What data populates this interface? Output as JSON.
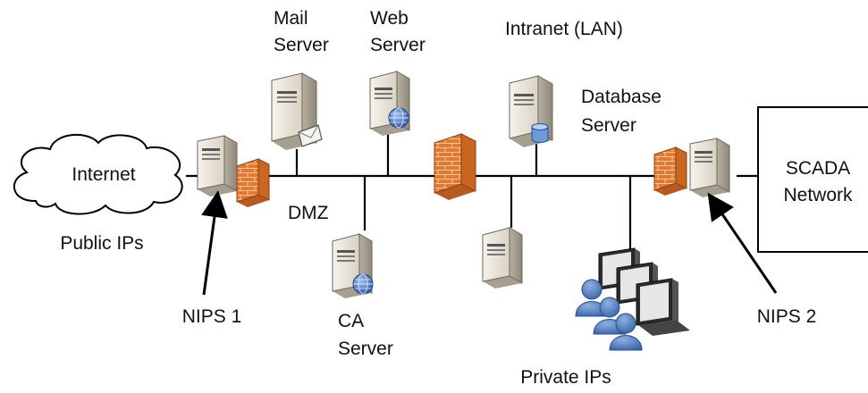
{
  "labels": {
    "internet": "Internet",
    "public_ips": "Public IPs",
    "nips1": "NIPS 1",
    "dmz": "DMZ",
    "mail_server": [
      "Mail",
      "Server"
    ],
    "web_server": [
      "Web",
      "Server"
    ],
    "ca_server": [
      "CA",
      "Server"
    ],
    "intranet": "Intranet (LAN)",
    "database_server": [
      "Database",
      "Server"
    ],
    "private_ips": "Private IPs",
    "nips2": "NIPS 2",
    "scada_network": [
      "SCADA",
      "Network"
    ]
  },
  "colors": {
    "line": "#000000",
    "firewall": "#e07a32",
    "firewall_mortar": "#f7c79a",
    "server_body": "#ece7dc",
    "server_shadow": "#b3ab9c",
    "user_blue": "#4f7ec0",
    "globe": "#3e6fbf"
  },
  "icons": [
    "cloud-icon",
    "server-icon",
    "firewall-icon",
    "globe-icon",
    "database-icon",
    "monitor-icon",
    "user-icon",
    "arrow-icon"
  ]
}
